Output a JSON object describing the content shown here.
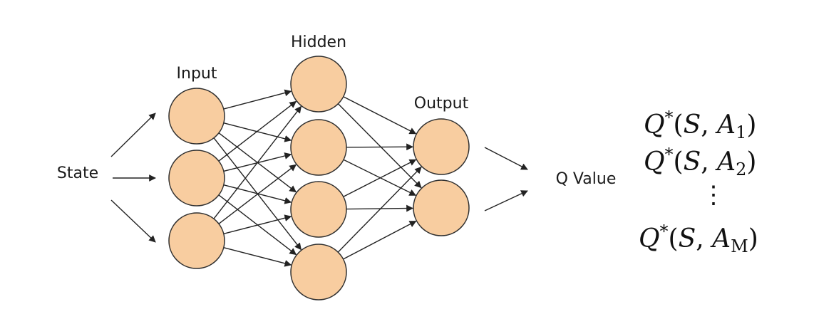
{
  "labels": {
    "input": "Input",
    "hidden": "Hidden",
    "output": "Output",
    "state": "State",
    "q_value": "Q Value"
  },
  "colors": {
    "node_fill": "#f8cda0",
    "node_stroke": "#2f2f2f",
    "edge": "#222222"
  },
  "q_values": [
    {
      "q": "Q",
      "star": "*",
      "open": "(",
      "s": "S",
      "comma": ", ",
      "a": "A",
      "sub": "1",
      "close": ")"
    },
    {
      "q": "Q",
      "star": "*",
      "open": "(",
      "s": "S",
      "comma": ", ",
      "a": "A",
      "sub": "2",
      "close": ")"
    },
    {
      "q": "Q",
      "star": "*",
      "open": "(",
      "s": "S",
      "comma": ", ",
      "a": "A",
      "sub": "M",
      "close": ")"
    }
  ],
  "ellipsis": "⋮"
}
